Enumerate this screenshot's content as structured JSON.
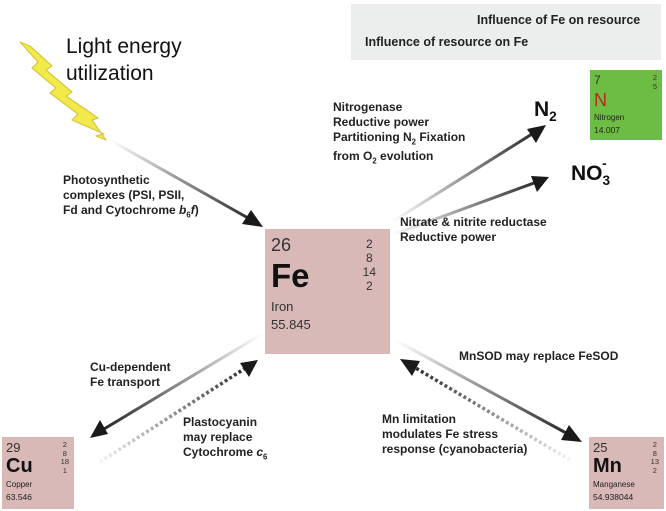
{
  "legend": {
    "solid_label": "Influence of Fe on resource",
    "dotted_label": "Influence of resource on Fe"
  },
  "light": {
    "line1": "Light energy",
    "line2": "utilization"
  },
  "photo": {
    "line1": "Photosynthetic",
    "line2": "complexes (PSI, PSII,",
    "line3_prefix": "Fd and Cytochrome ",
    "line3_b": "b",
    "line3_sub": "6",
    "line3_f": "f",
    "line3_suffix": ")"
  },
  "nitro": {
    "line1": "Nitrogenase",
    "line2": "Reductive power",
    "line3_prefix": "Partitioning N",
    "line3_sub": "2",
    "line3_suffix": " Fixation",
    "line4_prefix": "from O",
    "line4_sub": "2",
    "line4_suffix": " evolution"
  },
  "n2": {
    "base": "N",
    "sub": "2"
  },
  "no3": {
    "base": "NO",
    "sub": "3",
    "sup": "-"
  },
  "nitrate": {
    "line1": "Nitrate & nitrite reductase",
    "line2": "Reductive power"
  },
  "cu_transport": {
    "line1": "Cu-dependent",
    "line2": "Fe transport"
  },
  "plasto": {
    "line1": "Plastocyanin",
    "line2": "may replace",
    "line3_prefix": "Cytochrome ",
    "line3_c": "c",
    "line3_sub": "6"
  },
  "mnsod": {
    "line1": "MnSOD may replace FeSOD"
  },
  "mnlim": {
    "line1": "Mn limitation",
    "line2": "modulates Fe stress",
    "line3": "response (cyanobacteria)"
  },
  "elements": {
    "fe": {
      "number": "26",
      "symbol": "Fe",
      "name": "Iron",
      "mass": "55.845",
      "shells": [
        "2",
        "8",
        "14",
        "2"
      ]
    },
    "n": {
      "number": "7",
      "symbol": "N",
      "name": "Nitrogen",
      "mass": "14.007",
      "shells": [
        "2",
        "5"
      ]
    },
    "cu": {
      "number": "29",
      "symbol": "Cu",
      "name": "Copper",
      "mass": "63.546",
      "shells": [
        "2",
        "8",
        "18",
        "1"
      ]
    },
    "mn": {
      "number": "25",
      "symbol": "Mn",
      "name": "Manganese",
      "mass": "54.938044",
      "shells": [
        "2",
        "8",
        "13",
        "2"
      ]
    }
  },
  "colors": {
    "fe_box": "#d8b9b8",
    "n_box": "#6dbd45",
    "n_symbol": "#b22a1c",
    "legend_bg": "#eceeee",
    "arrow": "#1a1a1a",
    "lightning": "#f2ea4a"
  }
}
